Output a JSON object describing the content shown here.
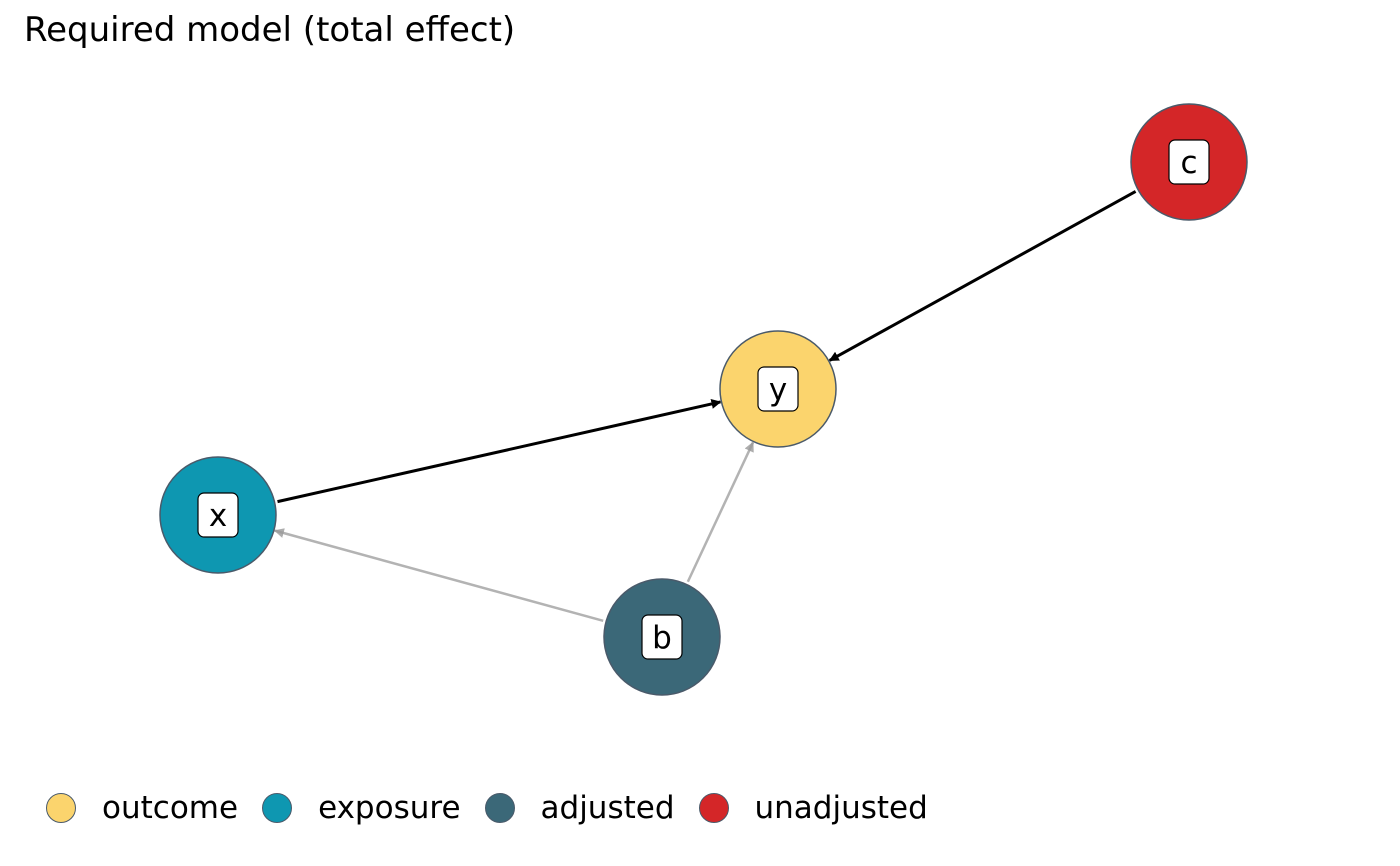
{
  "title": "Required model (total effect)",
  "colors": {
    "outcome": "#fbd46d",
    "exposure": "#0e97b1",
    "adjusted": "#3b6878",
    "unadjusted": "#d42628",
    "node_border": "#4a5a6a",
    "causal_edge": "#000000",
    "other_edge": "#b3b3b3"
  },
  "nodes": [
    {
      "id": "x",
      "label": "x",
      "status": "exposure"
    },
    {
      "id": "y",
      "label": "y",
      "status": "outcome"
    },
    {
      "id": "b",
      "label": "b",
      "status": "adjusted"
    },
    {
      "id": "c",
      "label": "c",
      "status": "unadjusted"
    }
  ],
  "edges": [
    {
      "from": "x",
      "to": "y",
      "style": "causal"
    },
    {
      "from": "c",
      "to": "y",
      "style": "causal"
    },
    {
      "from": "b",
      "to": "x",
      "style": "other"
    },
    {
      "from": "b",
      "to": "y",
      "style": "other"
    }
  ],
  "legend": [
    {
      "label": "outcome",
      "status": "outcome"
    },
    {
      "label": "exposure",
      "status": "exposure"
    },
    {
      "label": "adjusted",
      "status": "adjusted"
    },
    {
      "label": "unadjusted",
      "status": "unadjusted"
    }
  ]
}
